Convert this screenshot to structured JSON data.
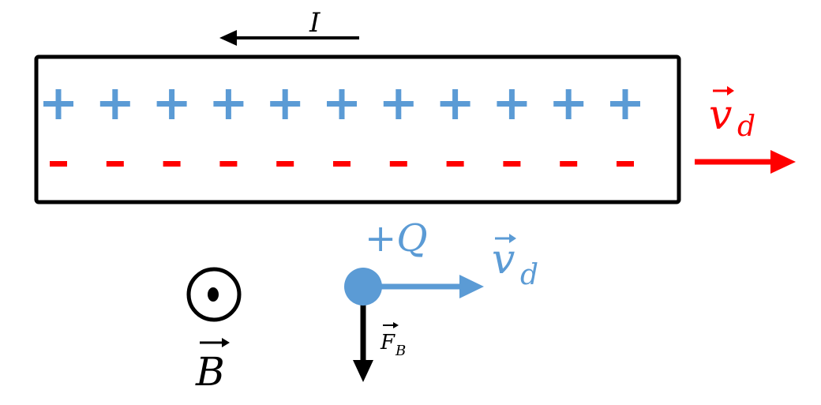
{
  "current_label": "I",
  "charge_label": "+Q",
  "velocity_label": "v",
  "velocity_subscript": "d",
  "field_label": "B",
  "force_label": "F",
  "force_subscript": "B",
  "positive_symbol": "+",
  "negative_symbol": "-",
  "positive_count": 11,
  "negative_count": 11,
  "colors": {
    "positive": "#5b9bd5",
    "negative": "#ff0000",
    "outline": "#000000"
  }
}
